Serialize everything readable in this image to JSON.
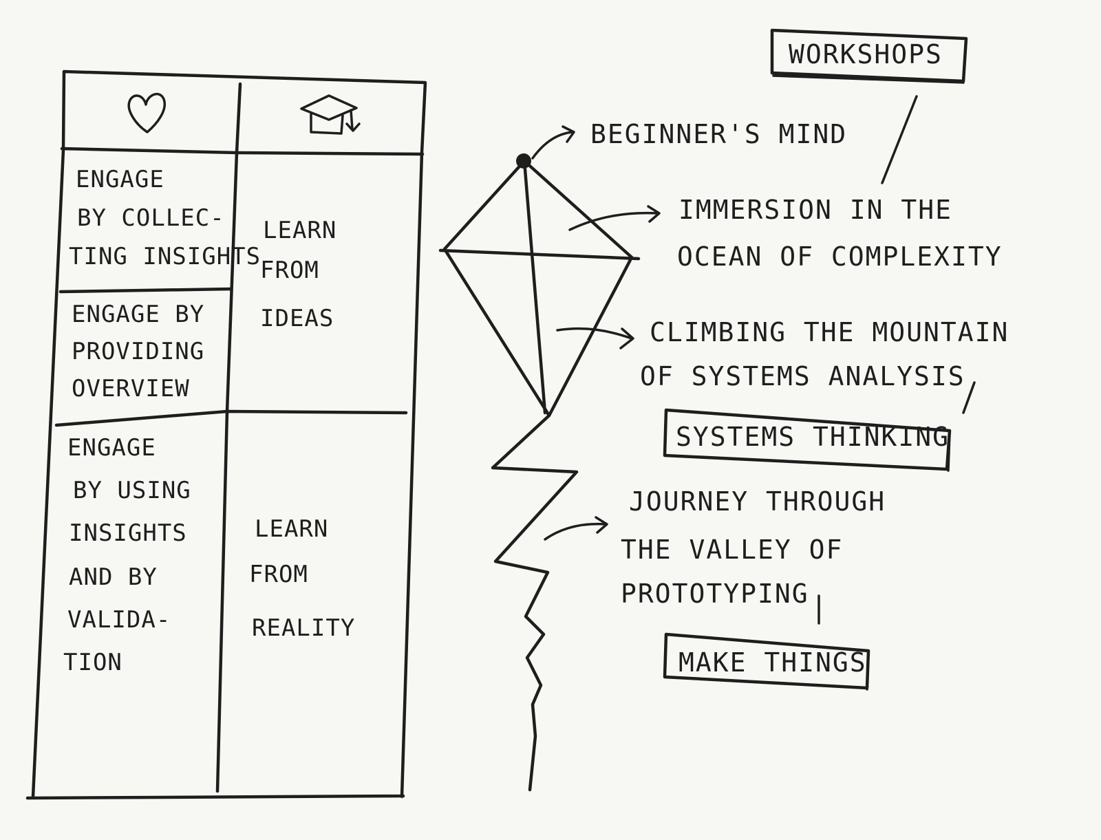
{
  "table": {
    "cells": {
      "engage_collect": [
        "ENGAGE",
        "BY COLLEC-",
        "TING INSIGHTS"
      ],
      "engage_overview": [
        "ENGAGE BY",
        "PROVIDING",
        "OVERVIEW"
      ],
      "engage_using": [
        "ENGAGE",
        "BY USING",
        "INSIGHTS",
        "AND BY",
        "VALIDA-",
        "TION"
      ],
      "learn_ideas": [
        "LEARN",
        "FROM",
        "IDEAS"
      ],
      "learn_reality": [
        "LEARN",
        "FROM",
        "REALITY"
      ]
    }
  },
  "kite": {
    "beginners_mind": "BEGINNER'S MIND",
    "immersion": [
      "IMMERSION IN THE",
      "OCEAN OF COMPLEXITY"
    ],
    "climbing": [
      "CLIMBING THE MOUNTAIN",
      "OF SYSTEMS ANALYSIS"
    ],
    "journey": [
      "JOURNEY THROUGH",
      "THE VALLEY OF",
      "PROTOTYPING"
    ]
  },
  "boxes": {
    "workshops": "WORKSHOPS",
    "systems_thinking": "SYSTEMS THINKING",
    "make_things": "MAKE THINGS"
  },
  "icons": {
    "col1": "heart-icon",
    "col2": "graduation-cap-icon"
  }
}
